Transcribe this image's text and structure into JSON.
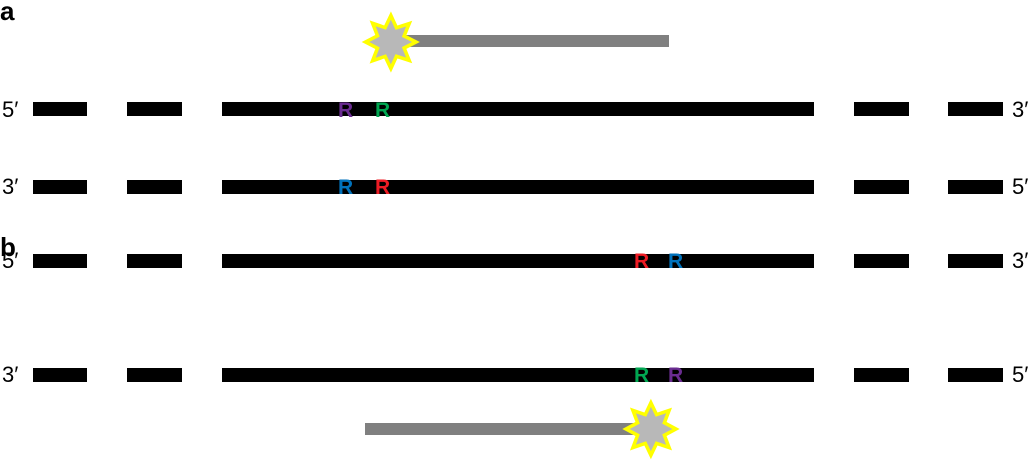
{
  "panels": [
    {
      "label": "a",
      "strands": [
        {
          "left_label": "5′",
          "right_label": "3′",
          "bases": [
            {
              "text": "R",
              "color": "#6a2c91"
            },
            {
              "text": "R",
              "color": "#00a651"
            }
          ]
        },
        {
          "left_label": "3′",
          "right_label": "5′",
          "bases": [
            {
              "text": "R",
              "color": "#0072bc"
            },
            {
              "text": "R",
              "color": "#ed1c24"
            }
          ]
        }
      ],
      "primer": {
        "fluorophore": "star-icon",
        "orientation": "star-left"
      }
    },
    {
      "label": "b",
      "strands": [
        {
          "left_label": "5′",
          "right_label": "3′",
          "bases": [
            {
              "text": "R",
              "color": "#ed1c24"
            },
            {
              "text": "R",
              "color": "#0072bc"
            }
          ]
        },
        {
          "left_label": "3′",
          "right_label": "5′",
          "bases": [
            {
              "text": "R",
              "color": "#00a651"
            },
            {
              "text": "R",
              "color": "#6a2c91"
            }
          ]
        }
      ],
      "primer": {
        "fluorophore": "star-icon",
        "orientation": "star-right"
      }
    }
  ],
  "colors": {
    "strand": "#000000",
    "primer": "#808080",
    "star_fill": "#b8b8b8",
    "star_outline": "#ffff00"
  }
}
